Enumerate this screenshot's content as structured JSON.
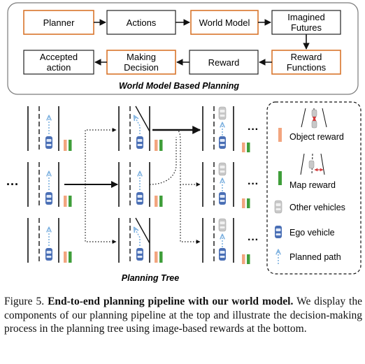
{
  "pipeline": {
    "title": "World Model Based Planning",
    "nodes": {
      "planner": "Planner",
      "actions": "Actions",
      "world_model": "World Model",
      "imagined_futures_1": "Imagined",
      "imagined_futures_2": "Futures",
      "reward_functions_1": "Reward",
      "reward_functions_2": "Functions",
      "reward": "Reward",
      "making_decision_1": "Making",
      "making_decision_2": "Decision",
      "accepted_action_1": "Accepted",
      "accepted_action_2": "action"
    }
  },
  "tree": {
    "title": "Planning Tree",
    "ellipsis": "···"
  },
  "legend": {
    "object_reward": "Object reward",
    "map_reward": "Map reward",
    "other_vehicles": "Other vehicles",
    "ego_vehicle": "Ego vehicle",
    "planned_path": "Planned path"
  },
  "colors": {
    "orange_border": "#d9742b",
    "object_reward": "#f2a57f",
    "map_reward": "#3f9e3a",
    "ego_vehicle": "#4a6fb5",
    "other_vehicle": "#c8c8c8",
    "planned_path": "#7fb2e0"
  },
  "caption": {
    "label": "Figure 5.",
    "bold": "End-to-end planning pipeline with our world model.",
    "text": "We display the components of our planning pipeline at the top and illustrate the decision-making process in the planning tree using image-based rewards at the bottom."
  }
}
